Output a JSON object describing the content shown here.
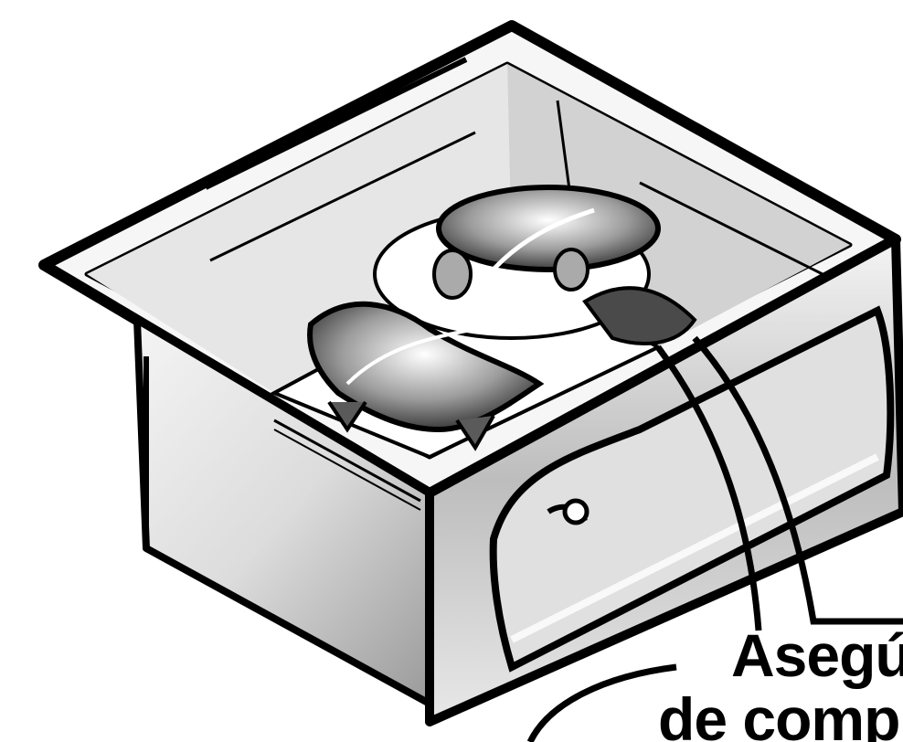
{
  "illustration": {
    "subject": "crisper-drawer-with-food",
    "colors": {
      "outline": "#000000",
      "fill": "#ffffff",
      "shade": "#c8c8c8",
      "dark_shade": "#7a7a7a"
    }
  },
  "caption": {
    "line1": "Asegúr",
    "line2": "de comp"
  }
}
